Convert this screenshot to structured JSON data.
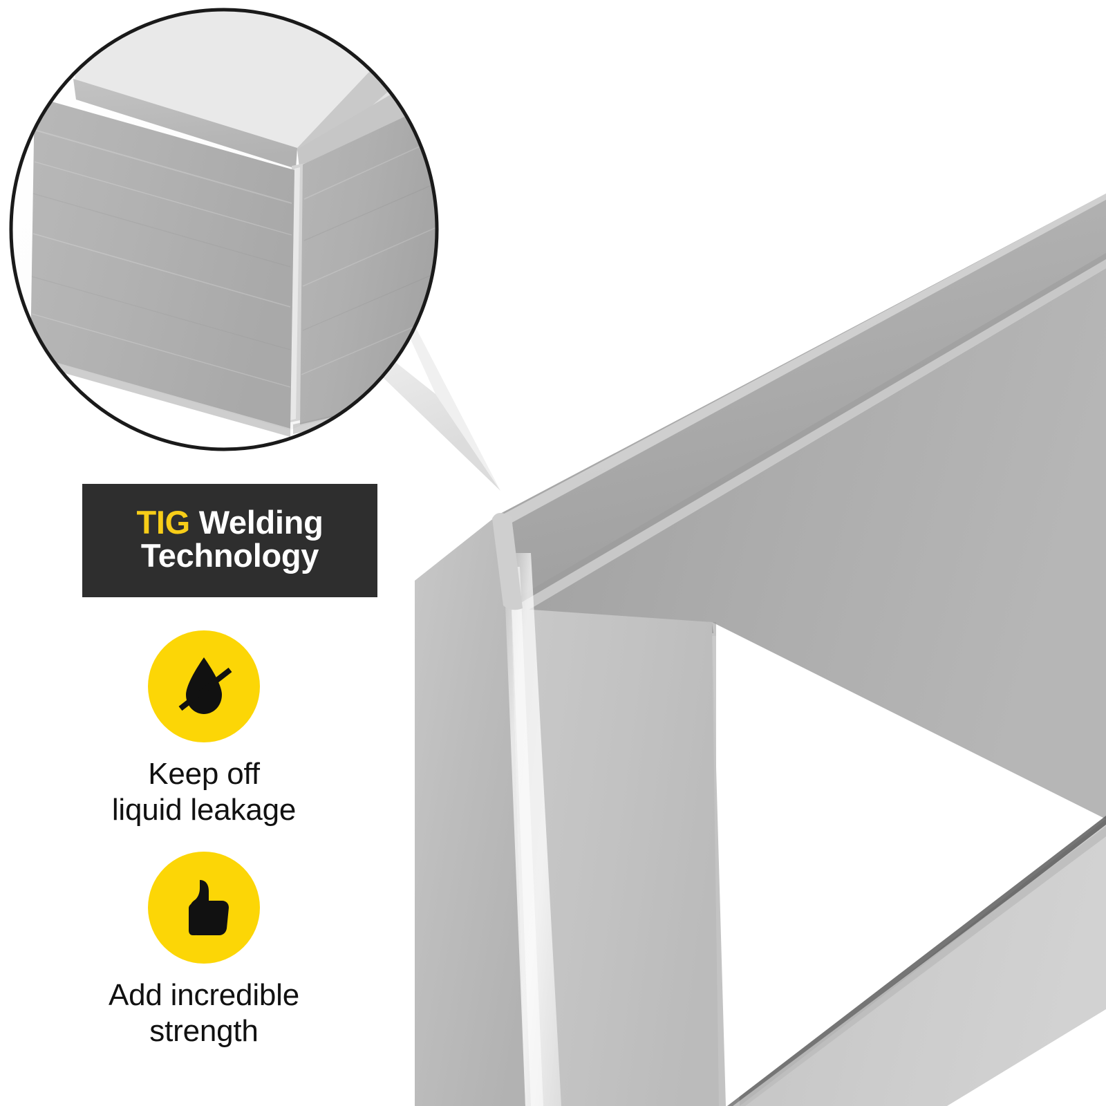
{
  "banner": {
    "accent_word": "TIG",
    "line1_rest": " Welding",
    "line2": "Technology",
    "bg_color": "#2e2e2e",
    "accent_color": "#f7cd18",
    "text_color": "#ffffff"
  },
  "features": [
    {
      "icon": "no-liquid-drop-icon",
      "icon_bg_color": "#fcd606",
      "icon_glyph_color": "#111111",
      "label_line1": "Keep off",
      "label_line2": "liquid leakage"
    },
    {
      "icon": "thumbs-up-icon",
      "icon_bg_color": "#fcd606",
      "icon_glyph_color": "#111111",
      "label_line1": "Add incredible",
      "label_line2": "strength"
    }
  ],
  "magnifier": {
    "caption": "",
    "border_color": "#1a1a1a",
    "subject": "stainless-steel-welded-corner-closeup"
  },
  "product": {
    "subject": "stainless-steel-sink-basin-corner",
    "material_color": "#b4b4b4"
  },
  "page": {
    "background_color": "#ffffff"
  }
}
